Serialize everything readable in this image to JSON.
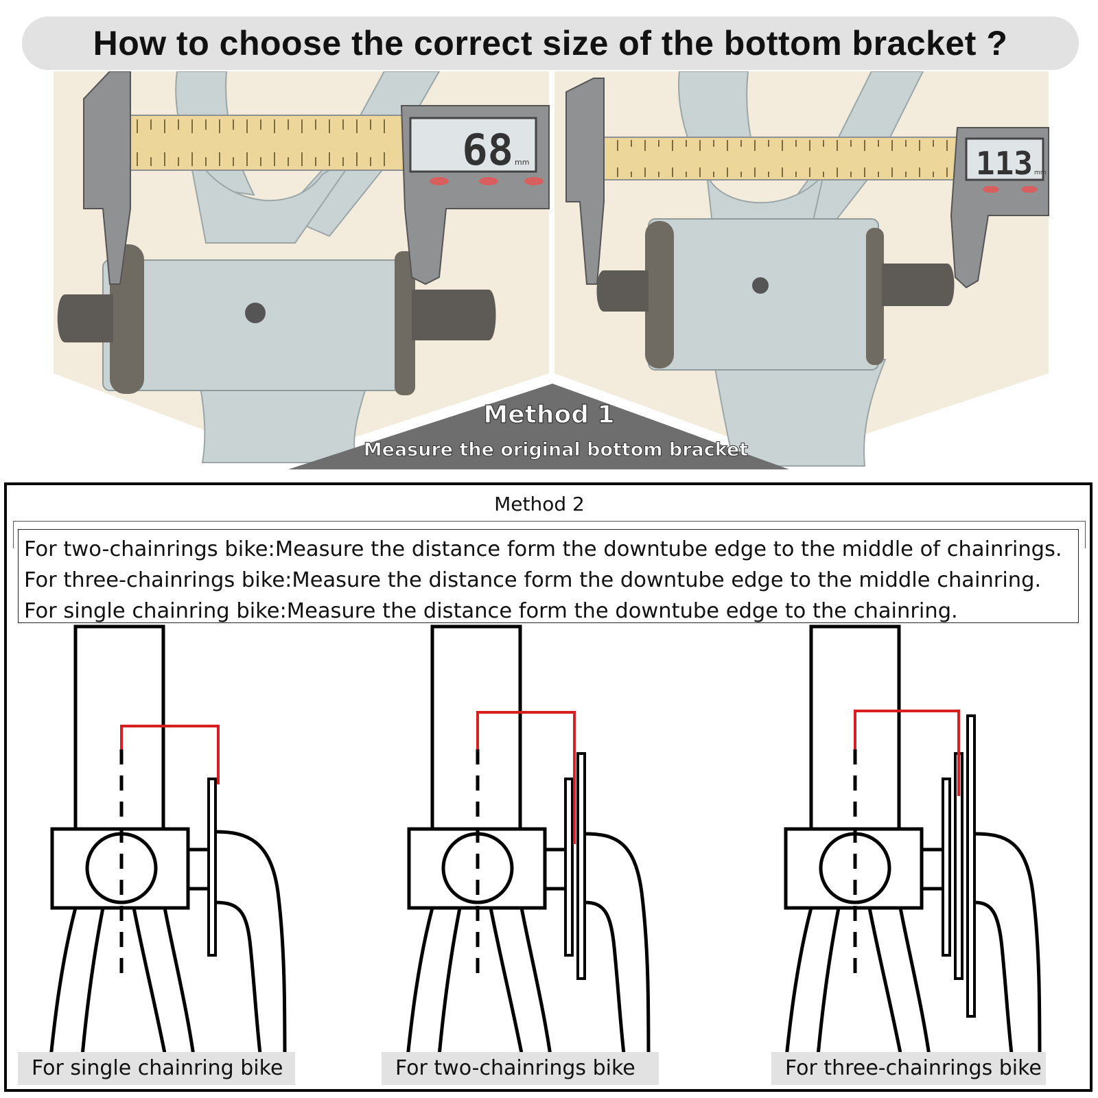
{
  "page": {
    "title": "How to choose the correct size of the bottom bracket ?"
  },
  "method1": {
    "heading": "Method 1",
    "subtitle": "Measure the original bottom bracket",
    "left_reading": {
      "value": "68",
      "unit": "mm"
    },
    "right_reading": {
      "value": "113",
      "unit": "mm"
    }
  },
  "method2": {
    "heading": "Method 2",
    "instructions": [
      "For two-chainrings bike:Measure the distance form the downtube edge to the middle of chainrings.",
      "For three-chainrings bike:Measure the distance form the downtube edge to the middle chainring.",
      "For single chainring bike:Measure the distance form the downtube edge to the chainring."
    ],
    "captions": [
      "For single chainring bike",
      "For two-chainrings bike",
      "For three-chainrings bike"
    ]
  },
  "colors": {
    "frame_gray": "#c9d3d4",
    "ruler_yellow": "#ecd69a",
    "caliper_gray": "#8f9193",
    "background_cream": "#f3ebdc",
    "measure_red": "#d81e1e",
    "banner_gray": "#6e6e6e"
  }
}
